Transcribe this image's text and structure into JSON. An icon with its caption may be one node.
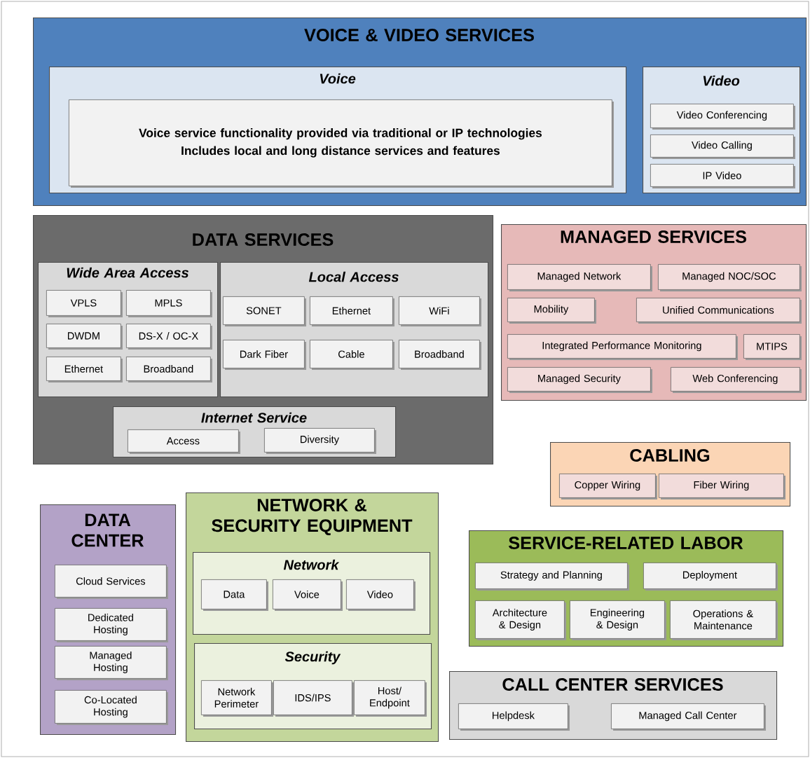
{
  "diagram": {
    "nodes": [
      {
        "text": [
          "VOICE & VIDEO SERVICES"
        ]
      },
      {
        "text": [
          "Voice"
        ],
        "in": 0
      },
      {
        "text": [
          "Voice service functionality provided via traditional or IP technologies",
          "Includes local and long distance services and features"
        ],
        "in": 1
      },
      {
        "text": [
          "Video"
        ],
        "in": 0
      },
      {
        "text": [
          "Video Conferencing"
        ],
        "in": 3
      },
      {
        "text": [
          "Video Calling"
        ],
        "in": 3
      },
      {
        "text": [
          "IP Video"
        ],
        "in": 3
      },
      {
        "text": [
          "DATA SERVICES"
        ]
      },
      {
        "text": [
          "Wide Area Access"
        ],
        "in": 7
      },
      {
        "text": [
          "VPLS"
        ],
        "in": 8
      },
      {
        "text": [
          "MPLS"
        ],
        "in": 8
      },
      {
        "text": [
          "DWDM"
        ],
        "in": 8
      },
      {
        "text": [
          "DS-X / OC-X"
        ],
        "in": 8
      },
      {
        "text": [
          "Ethernet"
        ],
        "in": 8
      },
      {
        "text": [
          "Broadband"
        ],
        "in": 8
      },
      {
        "text": [
          "Local Access"
        ],
        "in": 7
      },
      {
        "text": [
          "SONET"
        ],
        "in": 15
      },
      {
        "text": [
          "Ethernet"
        ],
        "in": 15
      },
      {
        "text": [
          "WiFi"
        ],
        "in": 15
      },
      {
        "text": [
          "Dark Fiber"
        ],
        "in": 15
      },
      {
        "text": [
          "Cable"
        ],
        "in": 15
      },
      {
        "text": [
          "Broadband"
        ],
        "in": 15
      },
      {
        "text": [
          "Internet Service"
        ],
        "in": 7
      },
      {
        "text": [
          "Access"
        ],
        "in": 22
      },
      {
        "text": [
          "Diversity"
        ],
        "in": 22
      },
      {
        "text": [
          "MANAGED SERVICES"
        ]
      },
      {
        "text": [
          "Managed Network"
        ],
        "in": 25
      },
      {
        "text": [
          "Managed NOC/SOC"
        ],
        "in": 25
      },
      {
        "text": [
          "Mobility"
        ],
        "in": 25
      },
      {
        "text": [
          "Unified Communications"
        ],
        "in": 25
      },
      {
        "text": [
          "Integrated Performance Monitoring"
        ],
        "in": 25
      },
      {
        "text": [
          "MTIPS"
        ],
        "in": 25
      },
      {
        "text": [
          "Managed Security"
        ],
        "in": 25
      },
      {
        "text": [
          "Web Conferencing"
        ],
        "in": 25
      },
      {
        "text": [
          "CABLING"
        ]
      },
      {
        "text": [
          "Copper Wiring"
        ],
        "in": 34
      },
      {
        "text": [
          "Fiber Wiring"
        ],
        "in": 34
      },
      {
        "text": [
          "DATA CENTER"
        ]
      },
      {
        "text": [
          "Cloud Services"
        ],
        "in": 37
      },
      {
        "text": [
          "Dedicated Hosting"
        ],
        "in": 37
      },
      {
        "text": [
          "Managed Hosting"
        ],
        "in": 37
      },
      {
        "text": [
          "Co-Located Hosting"
        ],
        "in": 37
      },
      {
        "text": [
          "NETWORK & SECURITY EQUIPMENT"
        ]
      },
      {
        "text": [
          "Network"
        ],
        "in": 42
      },
      {
        "text": [
          "Data"
        ],
        "in": 43
      },
      {
        "text": [
          "Voice"
        ],
        "in": 43
      },
      {
        "text": [
          "Video"
        ],
        "in": 43
      },
      {
        "text": [
          "Security"
        ],
        "in": 42
      },
      {
        "text": [
          "Network Perimeter"
        ],
        "in": 47
      },
      {
        "text": [
          "IDS/IPS"
        ],
        "in": 47
      },
      {
        "text": [
          "Host/ Endpoint"
        ],
        "in": 47
      },
      {
        "text": [
          "SERVICE-RELATED LABOR"
        ]
      },
      {
        "text": [
          "Strategy and Planning"
        ],
        "in": 51
      },
      {
        "text": [
          "Deployment"
        ],
        "in": 51
      },
      {
        "text": [
          "Architecture & Design"
        ],
        "in": 51
      },
      {
        "text": [
          "Engineering & Design"
        ],
        "in": 51
      },
      {
        "text": [
          "Operations & Maintenance"
        ],
        "in": 51
      },
      {
        "text": [
          "CALL CENTER SERVICES"
        ]
      },
      {
        "text": [
          "Helpdesk"
        ],
        "in": 57
      },
      {
        "text": [
          "Managed Call Center"
        ],
        "in": 57
      }
    ]
  }
}
